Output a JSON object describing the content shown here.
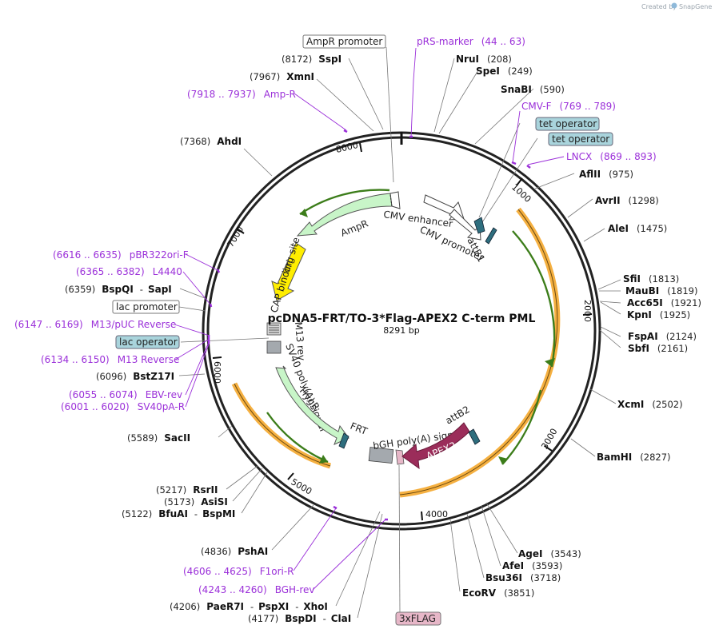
{
  "credit": "Created by",
  "brand": "SnapGene",
  "plasmid": {
    "name": "pcDNA5-FRT/TO-3*Flag-APEX2 C-term PML",
    "length": "8291 bp"
  },
  "ring_ticks": [
    "1000",
    "2000",
    "3000",
    "4000",
    "5000",
    "6000",
    "7000",
    "8000"
  ],
  "boxed_labels": {
    "ampr_promoter": "AmpR promoter",
    "tet_operator_1": "tet operator",
    "tet_operator_2": "tet operator",
    "lac_promoter": "lac promoter",
    "lac_operator": "lac operator",
    "flag": "3xFLAG"
  },
  "enzymes": [
    {
      "id": "sspi",
      "name": "SspI",
      "pos": "(8172)"
    },
    {
      "id": "xmni",
      "name": "XmnI",
      "pos": "(7967)"
    },
    {
      "id": "ahdi",
      "name": "AhdI",
      "pos": "(7368)"
    },
    {
      "id": "bspqi",
      "name": "BspQI",
      "sep": "-",
      "name2": "SapI",
      "pos": "(6359)"
    },
    {
      "id": "bst",
      "name": "BstZ17I",
      "pos": "(6096)"
    },
    {
      "id": "sacii",
      "name": "SacII",
      "pos": "(5589)"
    },
    {
      "id": "rsrii",
      "name": "RsrII",
      "pos": "(5217)"
    },
    {
      "id": "asisi",
      "name": "AsiSI",
      "pos": "(5173)"
    },
    {
      "id": "bfuai",
      "name": "BfuAI",
      "sep": "-",
      "name2": "BspMI",
      "pos": "(5122)"
    },
    {
      "id": "pshai",
      "name": "PshAI",
      "pos": "(4836)"
    },
    {
      "id": "paer7i",
      "name": "PaeR7I",
      "sep": "-",
      "name2": "PspXI",
      "sep2": "-",
      "name3": "XhoI",
      "pos": "(4206)"
    },
    {
      "id": "bspdi",
      "name": "BspDI",
      "sep": "-",
      "name2": "ClaI",
      "pos": "(4177)"
    },
    {
      "id": "nrui",
      "name": "NruI",
      "pos": "(208)"
    },
    {
      "id": "spei",
      "name": "SpeI",
      "pos": "(249)"
    },
    {
      "id": "snabi",
      "name": "SnaBI",
      "pos": "(590)"
    },
    {
      "id": "aflii",
      "name": "AflII",
      "pos": "(975)"
    },
    {
      "id": "avrii",
      "name": "AvrII",
      "pos": "(1298)"
    },
    {
      "id": "alei",
      "name": "AleI",
      "pos": "(1475)"
    },
    {
      "id": "sfii",
      "name": "SfiI",
      "pos": "(1813)"
    },
    {
      "id": "maubi",
      "name": "MauBI",
      "pos": "(1819)"
    },
    {
      "id": "acc65i",
      "name": "Acc65I",
      "pos": "(1921)"
    },
    {
      "id": "kpni",
      "name": "KpnI",
      "pos": "(1925)"
    },
    {
      "id": "fspai",
      "name": "FspAI",
      "pos": "(2124)"
    },
    {
      "id": "sbfi",
      "name": "SbfI",
      "pos": "(2161)"
    },
    {
      "id": "xcmi",
      "name": "XcmI",
      "pos": "(2502)"
    },
    {
      "id": "bamhi",
      "name": "BamHI",
      "pos": "(2827)"
    },
    {
      "id": "agei",
      "name": "AgeI",
      "pos": "(3543)"
    },
    {
      "id": "afei",
      "name": "AfeI",
      "pos": "(3593)"
    },
    {
      "id": "bsu36i",
      "name": "Bsu36I",
      "pos": "(3718)"
    },
    {
      "id": "ecorv",
      "name": "EcoRV",
      "pos": "(3851)"
    }
  ],
  "primers": [
    {
      "id": "prs",
      "name": "pRS-marker",
      "range": "(44 .. 63)"
    },
    {
      "id": "cmvf",
      "name": "CMV-F",
      "range": "(769 .. 789)"
    },
    {
      "id": "lncx",
      "name": "LNCX",
      "range": "(869 .. 893)"
    },
    {
      "id": "ampr",
      "name": "Amp-R",
      "range": "(7918 .. 7937)"
    },
    {
      "id": "pbr",
      "name": "pBR322ori-F",
      "range": "(6616 .. 6635)"
    },
    {
      "id": "l4440",
      "name": "L4440",
      "range": "(6365 .. 6382)"
    },
    {
      "id": "m13puc",
      "name": "M13/pUC Reverse",
      "range": "(6147 .. 6169)"
    },
    {
      "id": "m13rev",
      "name": "M13 Reverse",
      "range": "(6134 .. 6150)"
    },
    {
      "id": "ebv",
      "name": "EBV-rev",
      "range": "(6055 .. 6074)"
    },
    {
      "id": "sv40pa",
      "name": "SV40pA-R",
      "range": "(6001 .. 6020)"
    },
    {
      "id": "f1ori",
      "name": "F1ori-R",
      "range": "(4606 .. 4625)"
    },
    {
      "id": "bgh",
      "name": "BGH-rev",
      "range": "(4243 .. 4260)"
    }
  ],
  "features": {
    "cmv_enhancer": "CMV enhancer",
    "cmv_promoter": "CMV promoter",
    "attb1": "attB1",
    "attb2": "attB2",
    "apex2": "APEX2",
    "bgh": "bGH poly(A) signal",
    "frt": "FRT",
    "sv40": "SV40 poly(A) signal",
    "hygr": "HygR",
    "m13rev": "M13 rev",
    "cap": "CAP binding site",
    "ori": "ori",
    "ampr": "AmpR"
  },
  "colors": {
    "backbone": "#222222",
    "primer": "#9b30d9",
    "orf_highlight": "#f5b041",
    "orf_arrow": "#3c7d1a",
    "ampr_fill": "#c8f5c8",
    "ori_fill": "#ffee00",
    "apex2_fill": "#9b2d5a",
    "operator_fill": "#a9d4dc",
    "flag_fill": "#e7b7c8",
    "attb_fill": "#2e6e7e",
    "grey_box": "#a4a9ae"
  }
}
